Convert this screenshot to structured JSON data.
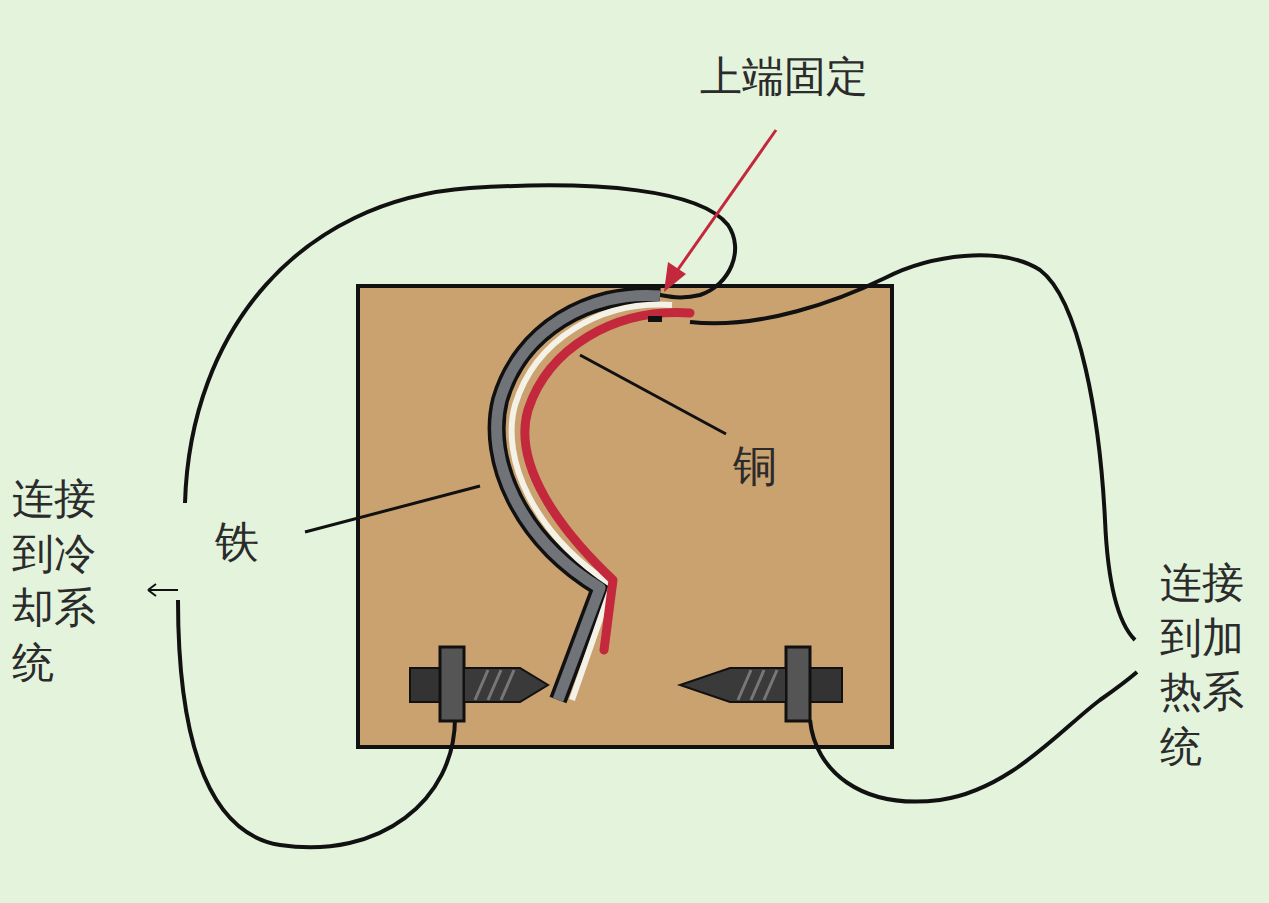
{
  "diagram": {
    "labels": [
      "上端固定",
      "铜",
      "铁",
      "连接到冷却系统",
      "连接到加热系统"
    ]
  }
}
